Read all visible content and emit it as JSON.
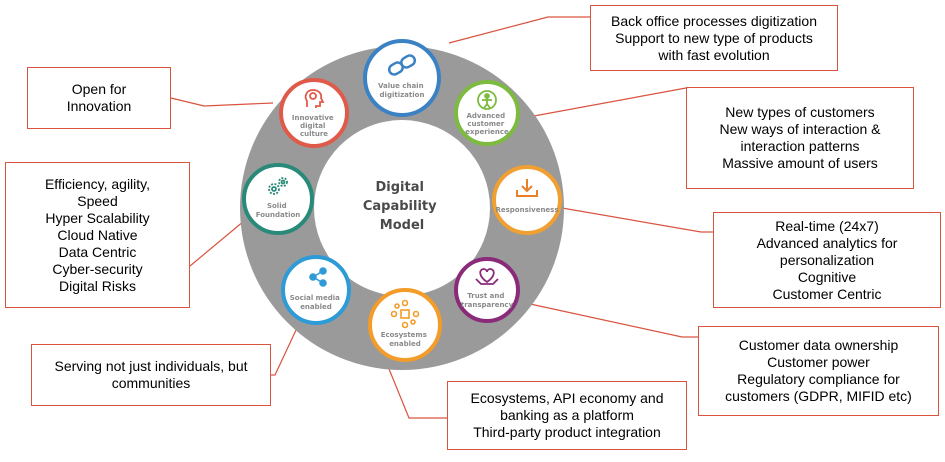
{
  "center": {
    "lines": [
      "Digital",
      "Capability",
      "Model"
    ]
  },
  "nodes": [
    {
      "id": "value-chain",
      "lines": [
        "Value chain",
        "digitization"
      ],
      "color": "#3b82c4",
      "icon": "chain-link-icon"
    },
    {
      "id": "advanced-cx",
      "lines": [
        "Advanced",
        "customer",
        "experience"
      ],
      "color": "#7cbb3f",
      "icon": "person-compass-icon"
    },
    {
      "id": "responsiveness",
      "lines": [
        "Responsiveness"
      ],
      "color": "#f0a030",
      "icon": "down-arrow-tray-icon"
    },
    {
      "id": "trust",
      "lines": [
        "Trust and",
        "transparency"
      ],
      "color": "#8a2b7a",
      "icon": "heart-hands-icon"
    },
    {
      "id": "ecosystems",
      "lines": [
        "Ecosystems",
        "enabled"
      ],
      "color": "#f39c2a",
      "icon": "network-nodes-icon"
    },
    {
      "id": "social-media",
      "lines": [
        "Social media",
        "enabled"
      ],
      "color": "#2f9bd6",
      "icon": "share-icon"
    },
    {
      "id": "solid-foundation",
      "lines": [
        "Solid",
        "Foundation"
      ],
      "color": "#2a8a7a",
      "icon": "gears-icon"
    },
    {
      "id": "innovative-culture",
      "lines": [
        "Innovative",
        "digital",
        "culture"
      ],
      "color": "#e05a4a",
      "icon": "brain-head-icon"
    }
  ],
  "callouts": {
    "back_office": [
      "Back office processes digitization",
      "Support to new type of products",
      "with fast evolution"
    ],
    "new_customers": [
      "New types of customers",
      "New ways of interaction &",
      "interaction patterns",
      "Massive amount of users"
    ],
    "real_time": [
      "Real-time (24x7)",
      "Advanced analytics for",
      "personalization",
      "Cognitive",
      "Customer Centric"
    ],
    "customer_data": [
      "Customer data ownership",
      "Customer power",
      "Regulatory compliance for",
      "customers (GDPR, MIFID etc)"
    ],
    "ecosystems": [
      "Ecosystems, API economy and",
      "banking as a platform",
      "Third-party product integration"
    ],
    "serving": [
      "Serving not just individuals, but",
      "communities"
    ],
    "efficiency": [
      "Efficiency, agility,",
      "Speed",
      "Hyper Scalability",
      "Cloud Native",
      "Data Centric",
      "Cyber-security",
      "Digital Risks"
    ],
    "open": [
      "Open for",
      "Innovation"
    ]
  }
}
